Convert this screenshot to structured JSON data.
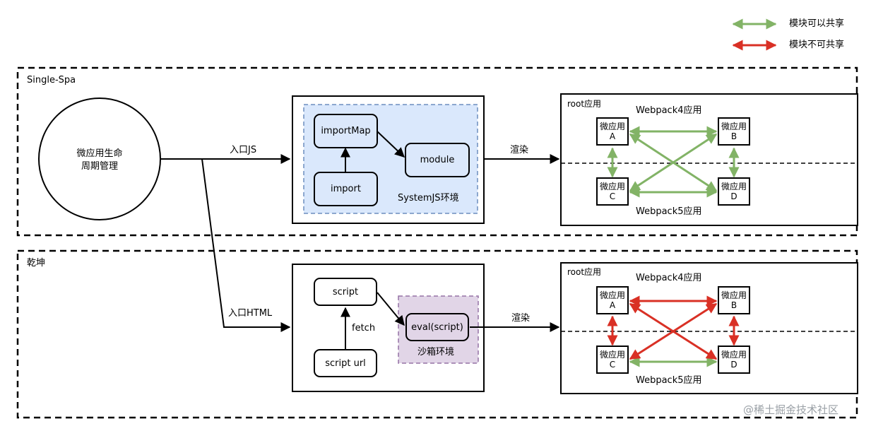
{
  "legend": {
    "shared": {
      "label": "模块可以共享",
      "color": "#82b366"
    },
    "not_shared": {
      "label": "模块不可共享",
      "color": "#d93025"
    }
  },
  "single_spa": {
    "title": "Single-Spa",
    "lifecycle": {
      "line1": "微应用生命",
      "line2": "周期管理"
    },
    "entry_label": "入口JS",
    "systemjs": {
      "env_label": "SystemJS环境",
      "import_map": "importMap",
      "import": "import",
      "module": "module"
    },
    "render_label": "渲染",
    "root": {
      "title": "root应用",
      "webpack_top": "Webpack4应用",
      "webpack_bottom": "Webpack5应用",
      "apps": [
        {
          "line1": "微应用",
          "line2": "A"
        },
        {
          "line1": "微应用",
          "line2": "B"
        },
        {
          "line1": "微应用",
          "line2": "C"
        },
        {
          "line1": "微应用",
          "line2": "D"
        }
      ]
    }
  },
  "qiankun": {
    "title": "乾坤",
    "entry_label": "入口HTML",
    "loader": {
      "script": "script",
      "fetch": "fetch",
      "script_url": "script url",
      "eval": "eval(script)",
      "sandbox_label": "沙箱环境"
    },
    "render_label": "渲染",
    "root": {
      "title": "root应用",
      "webpack_top": "Webpack4应用",
      "webpack_bottom": "Webpack5应用",
      "apps": [
        {
          "line1": "微应用",
          "line2": "A"
        },
        {
          "line1": "微应用",
          "line2": "B"
        },
        {
          "line1": "微应用",
          "line2": "C"
        },
        {
          "line1": "微应用",
          "line2": "D"
        }
      ]
    }
  },
  "watermark": "@稀土掘金技术社区",
  "colors": {
    "systemjs_fill": "#dae8fc",
    "systemjs_border": "#6c8ebf",
    "sandbox_fill": "#e1d5e7",
    "sandbox_border": "#9673a6"
  }
}
